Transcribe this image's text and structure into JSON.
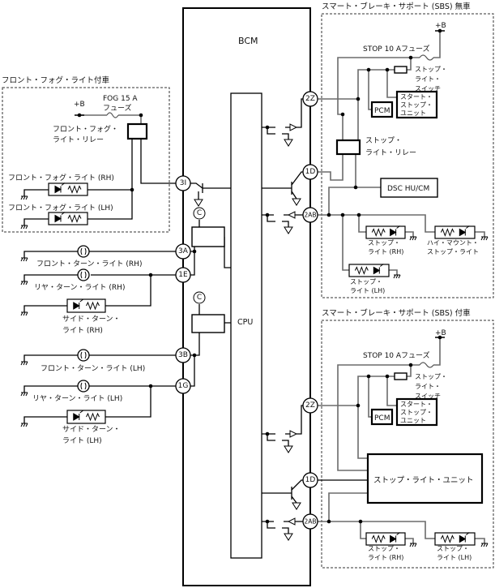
{
  "bcm": {
    "title": "BCM",
    "cpu": "CPU"
  },
  "connectors": {
    "c3I": "3I",
    "c3A": "3A",
    "c1E": "1E",
    "c3B": "3B",
    "c1G": "1G",
    "c2Z_top": "2Z",
    "c1D_top": "1D",
    "c2AB_top": "2AB",
    "c2Z_bot": "2Z",
    "c1D_bot": "1D",
    "c2AB_bot": "2AB",
    "c_ref1": "C",
    "c_ref2": "C"
  },
  "fog_section": {
    "title": "フロント・フォグ・ライト付車",
    "plus_b": "+B",
    "fuse": [
      "FOG 15 A",
      "フューズ"
    ],
    "relay": [
      "フロント・フォグ・",
      "ライト・リレー"
    ],
    "light_rh": "フロント・フォグ・ライト (RH)",
    "light_lh": "フロント・フォグ・ライト (LH)"
  },
  "turn_lights": {
    "front_rh": "フロント・ターン・ライト (RH)",
    "rear_rh": "リヤ・ターン・ライト (RH)",
    "side_rh": [
      "サイド・ターン・",
      "ライト (RH)"
    ],
    "front_lh": "フロント・ターン・ライト (LH)",
    "rear_lh": "リヤ・ターン・ライト (LH)",
    "side_lh": [
      "サイド・ターン・",
      "ライト (LH)"
    ]
  },
  "sbs_without": {
    "title": "スマート・ブレーキ・サポート (SBS) 無車",
    "plus_b": "+B",
    "fuse": "STOP 10 Aフューズ",
    "switch": [
      "ストップ・",
      "ライト・",
      "スイッチ"
    ],
    "pcm": "PCM",
    "start_stop_unit": [
      "スタート・",
      "ストップ・",
      "ユニット"
    ],
    "relay": [
      "ストップ・",
      "ライト・リレー"
    ],
    "dsc": "DSC HU/CM",
    "stop_rh": [
      "ストップ・",
      "ライト (RH)"
    ],
    "hmsl": [
      "ハイ・マウント・",
      "ストップ・ライト"
    ],
    "stop_lh": [
      "ストップ・",
      "ライト (LH)"
    ]
  },
  "sbs_with": {
    "title": "スマート・ブレーキ・サポート (SBS) 付車",
    "plus_b": "+B",
    "fuse": "STOP 10 Aフューズ",
    "switch": [
      "ストップ・",
      "ライト・",
      "スイッチ"
    ],
    "pcm": "PCM",
    "start_stop_unit": [
      "スタート・",
      "ストップ・",
      "ユニット"
    ],
    "stop_light_unit": "ストップ・ライト・ユニット",
    "stop_rh": [
      "ストップ・",
      "ライト (RH)"
    ],
    "stop_lh": [
      "ストップ・",
      "ライト (LH)"
    ]
  },
  "colors": {
    "wire": "#000000",
    "sbs_wire": "#6b6b6b"
  }
}
